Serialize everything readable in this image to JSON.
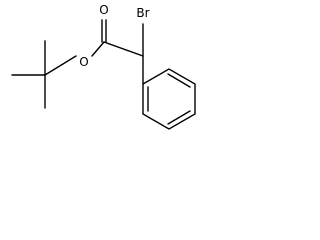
{
  "structure": {
    "atoms": {
      "oxygen_carbonyl": "O",
      "oxygen_ester": "O",
      "bromine": "Br"
    }
  }
}
